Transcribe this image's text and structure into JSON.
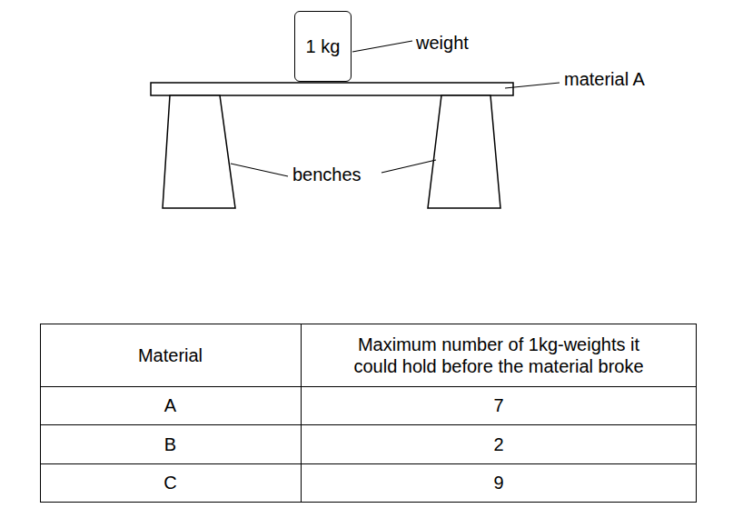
{
  "diagram": {
    "nodes": [
      {
        "text": [
          "1 kg"
        ]
      }
    ],
    "labels": [
      "weight",
      "material A",
      "benches",
      "Material",
      "Maximum number of 1kg-weights it could hold before the material broke",
      "A",
      "7",
      "B",
      "2",
      "C",
      "9"
    ]
  }
}
